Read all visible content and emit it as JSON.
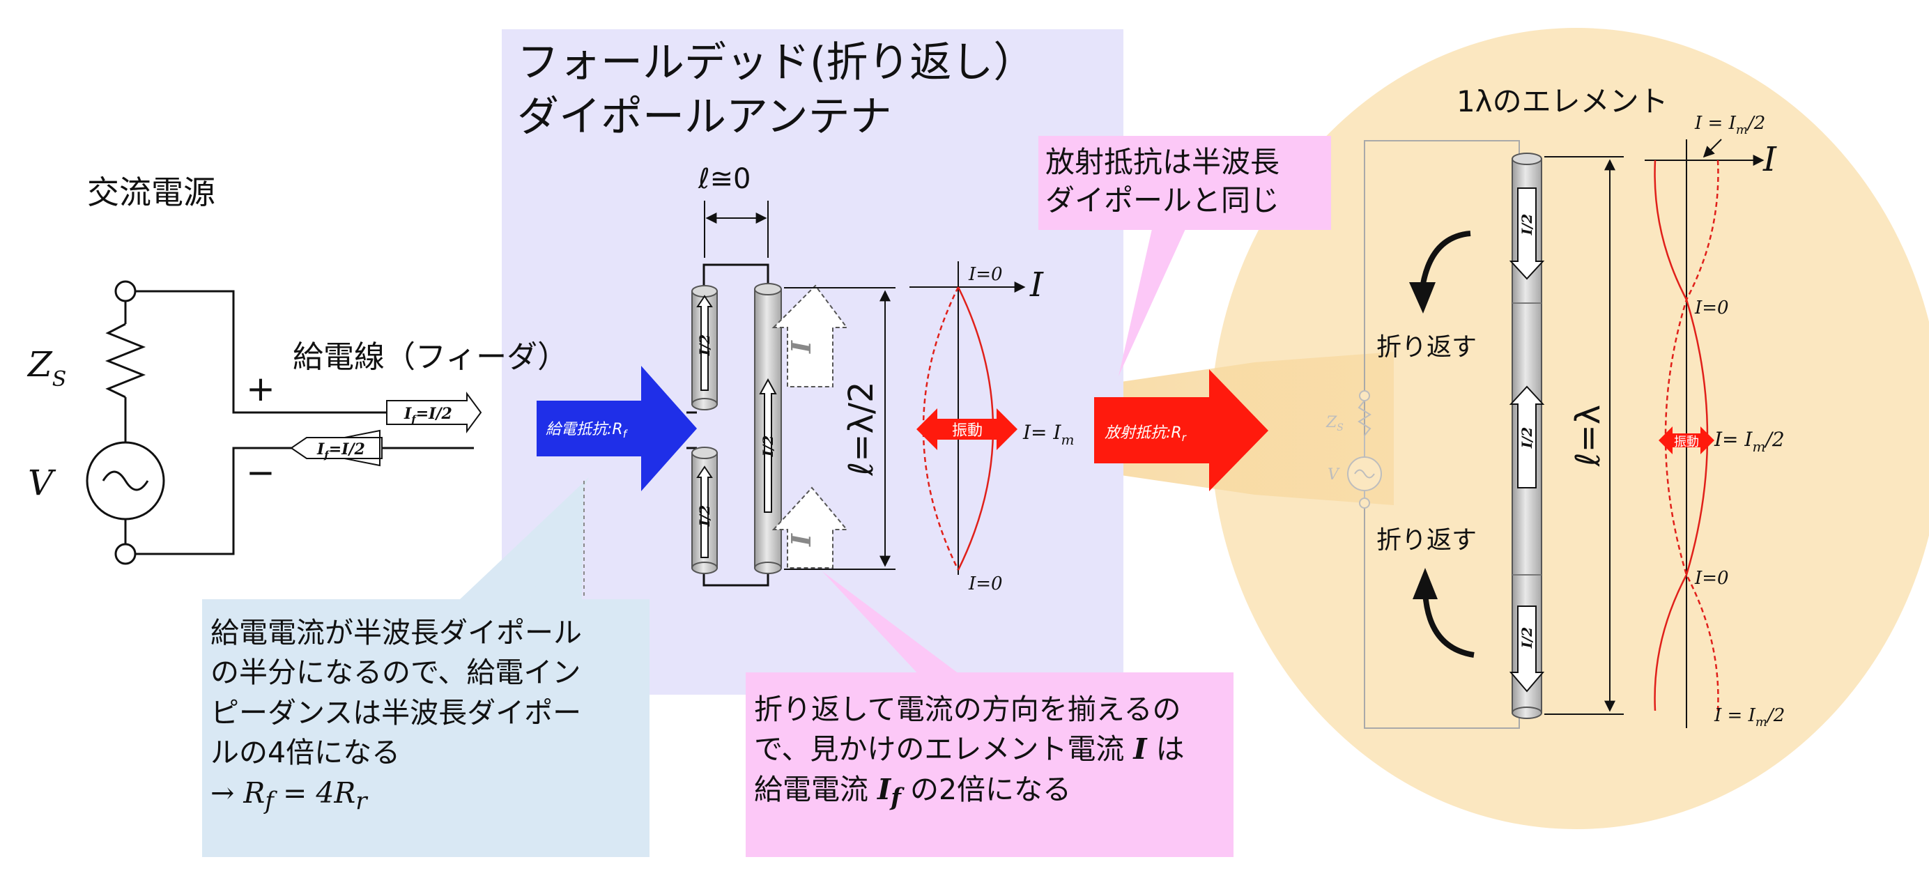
{
  "title": {
    "line1": "フォールデッド(折り返し）",
    "line2": "ダイポールアンテナ"
  },
  "source": {
    "label": "交流電源",
    "impedance": "Z",
    "impedance_sub": "S",
    "voltage": "V",
    "plus": "+",
    "minus": "−"
  },
  "feeder": {
    "label": "給電線（フィーダ）",
    "current_top": "I",
    "current_sub": "f",
    "current_eq": "=I/2",
    "current_bottom": "I",
    "current_bottom_sub": "f",
    "current_bottom_eq": "=I/2"
  },
  "feed_arrow": {
    "label": "給電抵抗:",
    "symbol": "R",
    "sub": "f"
  },
  "radiation_arrow": {
    "label": "放射抵抗:",
    "symbol": "R",
    "sub": "r"
  },
  "antenna": {
    "gap_label": "ℓ≅0",
    "length_label": "ℓ=λ/2",
    "element_current": "I/2",
    "arrow_current": "I",
    "i_zero_top": "I=0",
    "i_zero_bottom": "I=0",
    "i_axis": "I",
    "i_max": "I= I",
    "i_max_sub": "m",
    "oscillation": "振動"
  },
  "radiation_callout": {
    "line1": "放射抵抗は半波長",
    "line2": "ダイポールと同じ"
  },
  "feed_callout": {
    "line1": "給電電流が半波長ダイポール",
    "line2": "の半分になるので、給電イン",
    "line3": "ピーダンスは半波長ダイポー",
    "line4": "ルの4倍になる",
    "formula": "→ R",
    "formula_sub": "f",
    "formula_rest": " = 4R",
    "formula_sub2": "r"
  },
  "direction_callout": {
    "line1": "折り返して電流の方向を揃えるの",
    "line2": "で、見かけのエレメント電流 ",
    "line2_sym": "I",
    "line2_end": " は",
    "line3": "給電電流 ",
    "line3_sym": "I",
    "line3_sub": "f",
    "line3_end": " の2倍になる"
  },
  "one_lambda": {
    "title": "1λのエレメント",
    "fold_top": "折り返す",
    "fold_bottom": "折り返す",
    "length_label": "ℓ=λ",
    "element_current": "I/2",
    "zs": "Z",
    "zs_sub": "S",
    "v": "V",
    "i_axis": "I",
    "i_top": "I = I",
    "i_top_sub": "m",
    "i_top_rest": "/2",
    "i_zero1": "I=0",
    "i_mid": "I= I",
    "i_mid_sub": "m",
    "i_mid_rest": "/2",
    "i_zero2": "I=0",
    "i_bottom": "I = I",
    "i_bottom_sub": "m",
    "i_bottom_rest": "/2",
    "oscillation": "振動"
  },
  "colors": {
    "panel": "#e6e4fb",
    "circle": "#fbe7c0",
    "feed_arrow": "#1f2fe8",
    "radiation_arrow": "#ff1a0d",
    "pink_callout": "#fcc8f7",
    "blue_callout": "#d9e8f4",
    "red_curve": "#e0201a"
  }
}
